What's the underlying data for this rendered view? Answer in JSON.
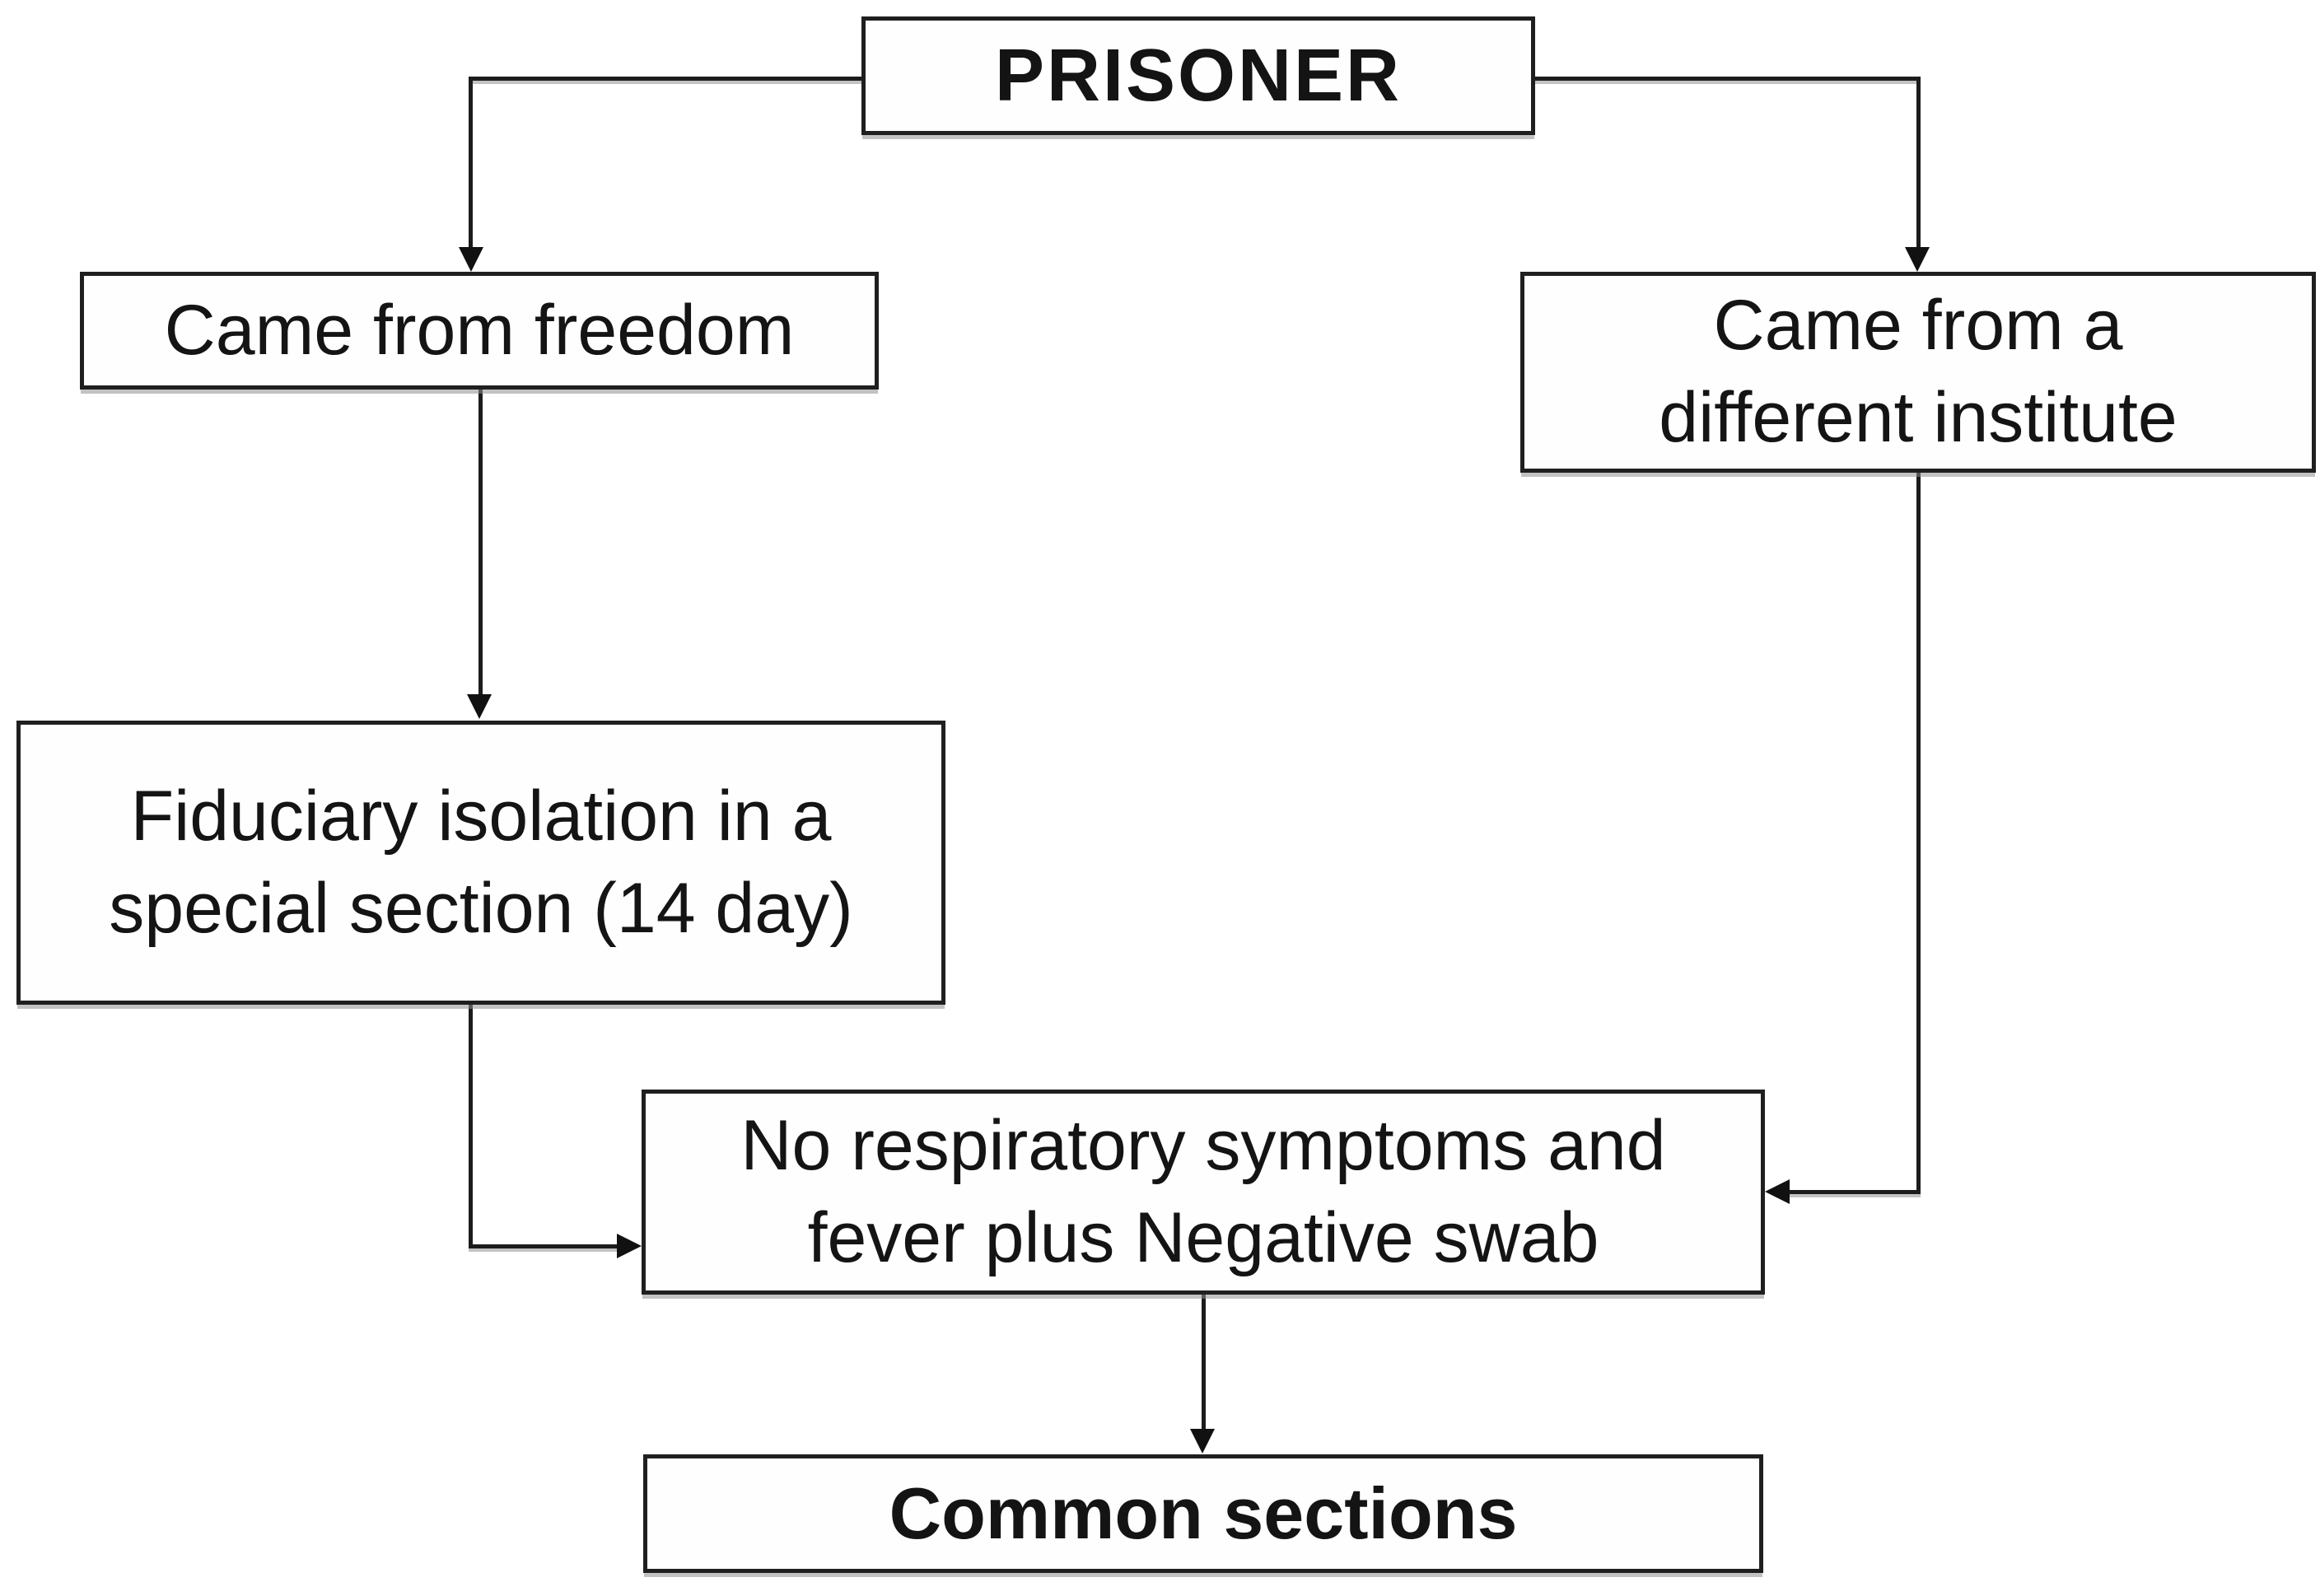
{
  "colors": {
    "background": "#ffffff",
    "box_border": "#1f1f1f",
    "box_fill": "#fefefe",
    "line": "#1c1c1c",
    "shadow": "#8f8f8f",
    "text": "#141414"
  },
  "nodes": {
    "prisoner": {
      "label": "PRISONER",
      "emphasis": "bold"
    },
    "came_from_freedom": {
      "label": "Came from freedom",
      "emphasis": "regular"
    },
    "came_from_institute": {
      "label": "Came from a\ndifferent institute",
      "emphasis": "regular"
    },
    "fiduciary_isolation": {
      "label": "Fiduciary isolation in a\nspecial section (14 day)",
      "emphasis": "regular"
    },
    "negative_swab": {
      "label": "No respiratory symptoms and\nfever plus Negative swab",
      "emphasis": "regular"
    },
    "common_sections": {
      "label": "Common sections",
      "emphasis": "bold"
    }
  },
  "edges": [
    {
      "from": "prisoner",
      "to": "came_from_freedom",
      "style": "elbow-left-down"
    },
    {
      "from": "prisoner",
      "to": "came_from_institute",
      "style": "elbow-right-down"
    },
    {
      "from": "came_from_freedom",
      "to": "fiduciary_isolation",
      "style": "straight-down"
    },
    {
      "from": "fiduciary_isolation",
      "to": "negative_swab",
      "style": "elbow-down-right"
    },
    {
      "from": "came_from_institute",
      "to": "negative_swab",
      "style": "elbow-down-left"
    },
    {
      "from": "negative_swab",
      "to": "common_sections",
      "style": "straight-down"
    }
  ]
}
